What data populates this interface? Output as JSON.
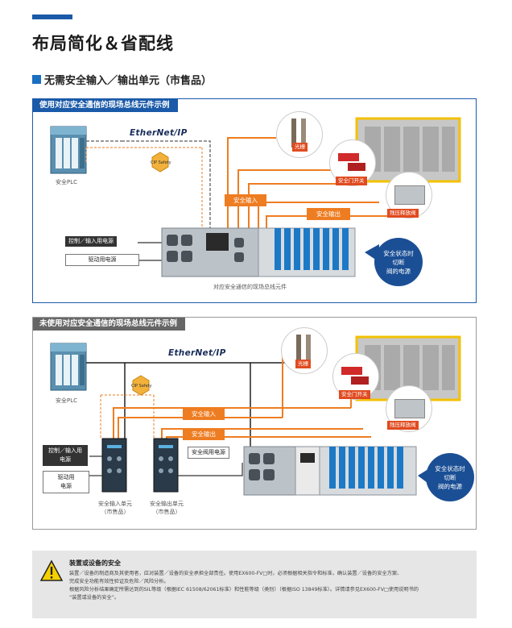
{
  "header": {
    "title": "布局简化＆省配线",
    "subtitle": "无需安全输入／输出单元（市售品）"
  },
  "panel1": {
    "heading": "使用对应安全通信的现场总线元件示例",
    "network": "EtherNet/IP",
    "plc_label": "安全PLC",
    "cip_label": "CIP Safety",
    "safety_input": "安全输入",
    "safety_output": "安全输出",
    "ctrl_power": "控制／输入用电源",
    "drive_power": "驱动用电源",
    "bus_caption": "对应安全通信的现场总线元件",
    "bubble": "安全状态时\n切断\n阀的电源",
    "devices": {
      "light_curtain": "光栅",
      "door_switch": "安全门开关",
      "residual_valve": "残压释放阀"
    }
  },
  "panel2": {
    "heading": "未使用对应安全通信的现场总线元件示例",
    "network": "EtherNet/IP",
    "plc_label": "安全PLC",
    "cip_label": "CIP Safety",
    "safety_input": "安全输入",
    "safety_output": "安全输出",
    "valve_power": "安全阀用电源",
    "ctrl_power": "控制／输入用\n电源",
    "drive_power": "驱动用\n电源",
    "input_unit": "安全输入单元\n（市售品）",
    "output_unit": "安全输出单元\n（市售品）",
    "bubble": "安全状态时\n切断\n阀的电源",
    "devices": {
      "light_curtain": "光栅",
      "door_switch": "安全门开关",
      "residual_valve": "残压释放阀"
    }
  },
  "warning": {
    "title": "装置或设备的安全",
    "line1": "装置／设备的制造商及其使用者，应对装置／设备的安全承担全部责任。使用EX600-FV□时，必须根据相关指令和标准，确认装置／设备的安全方案、",
    "line2": "完成安全功能有效性验证及危险／风险分析。",
    "line3": "根据风险分析结果确定所需达到的SIL等级（根据IEC 61508/62061标准）和性能等级（类别）（根据ISO 13849标准）。详情请参见EX600-FV□使用说明书的",
    "line4": "“装置或设备的安全”。"
  },
  "colors": {
    "brand_blue": "#1a5aa8",
    "orange": "#ee7d22",
    "bubble_blue": "#1b4f95",
    "device_tag": "#e04b20"
  }
}
